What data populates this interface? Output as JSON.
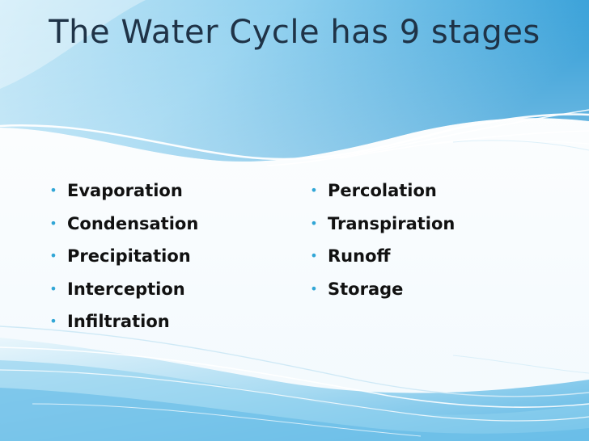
{
  "slide": {
    "title": "The Water Cycle has 9 stages",
    "left_items": [
      "Evaporation",
      "Condensation",
      "Precipitation",
      "Interception",
      "Infiltration"
    ],
    "right_items": [
      "Percolation",
      "Transpiration",
      "Runoff",
      "Storage"
    ]
  },
  "colors": {
    "title_text": "#1f3347",
    "body_text": "#111111",
    "bullet": "#31a6d6",
    "header_light": "#aedcf2",
    "header_deep": "#2f9cd6",
    "bottom_deep": "#7cc6ea"
  }
}
